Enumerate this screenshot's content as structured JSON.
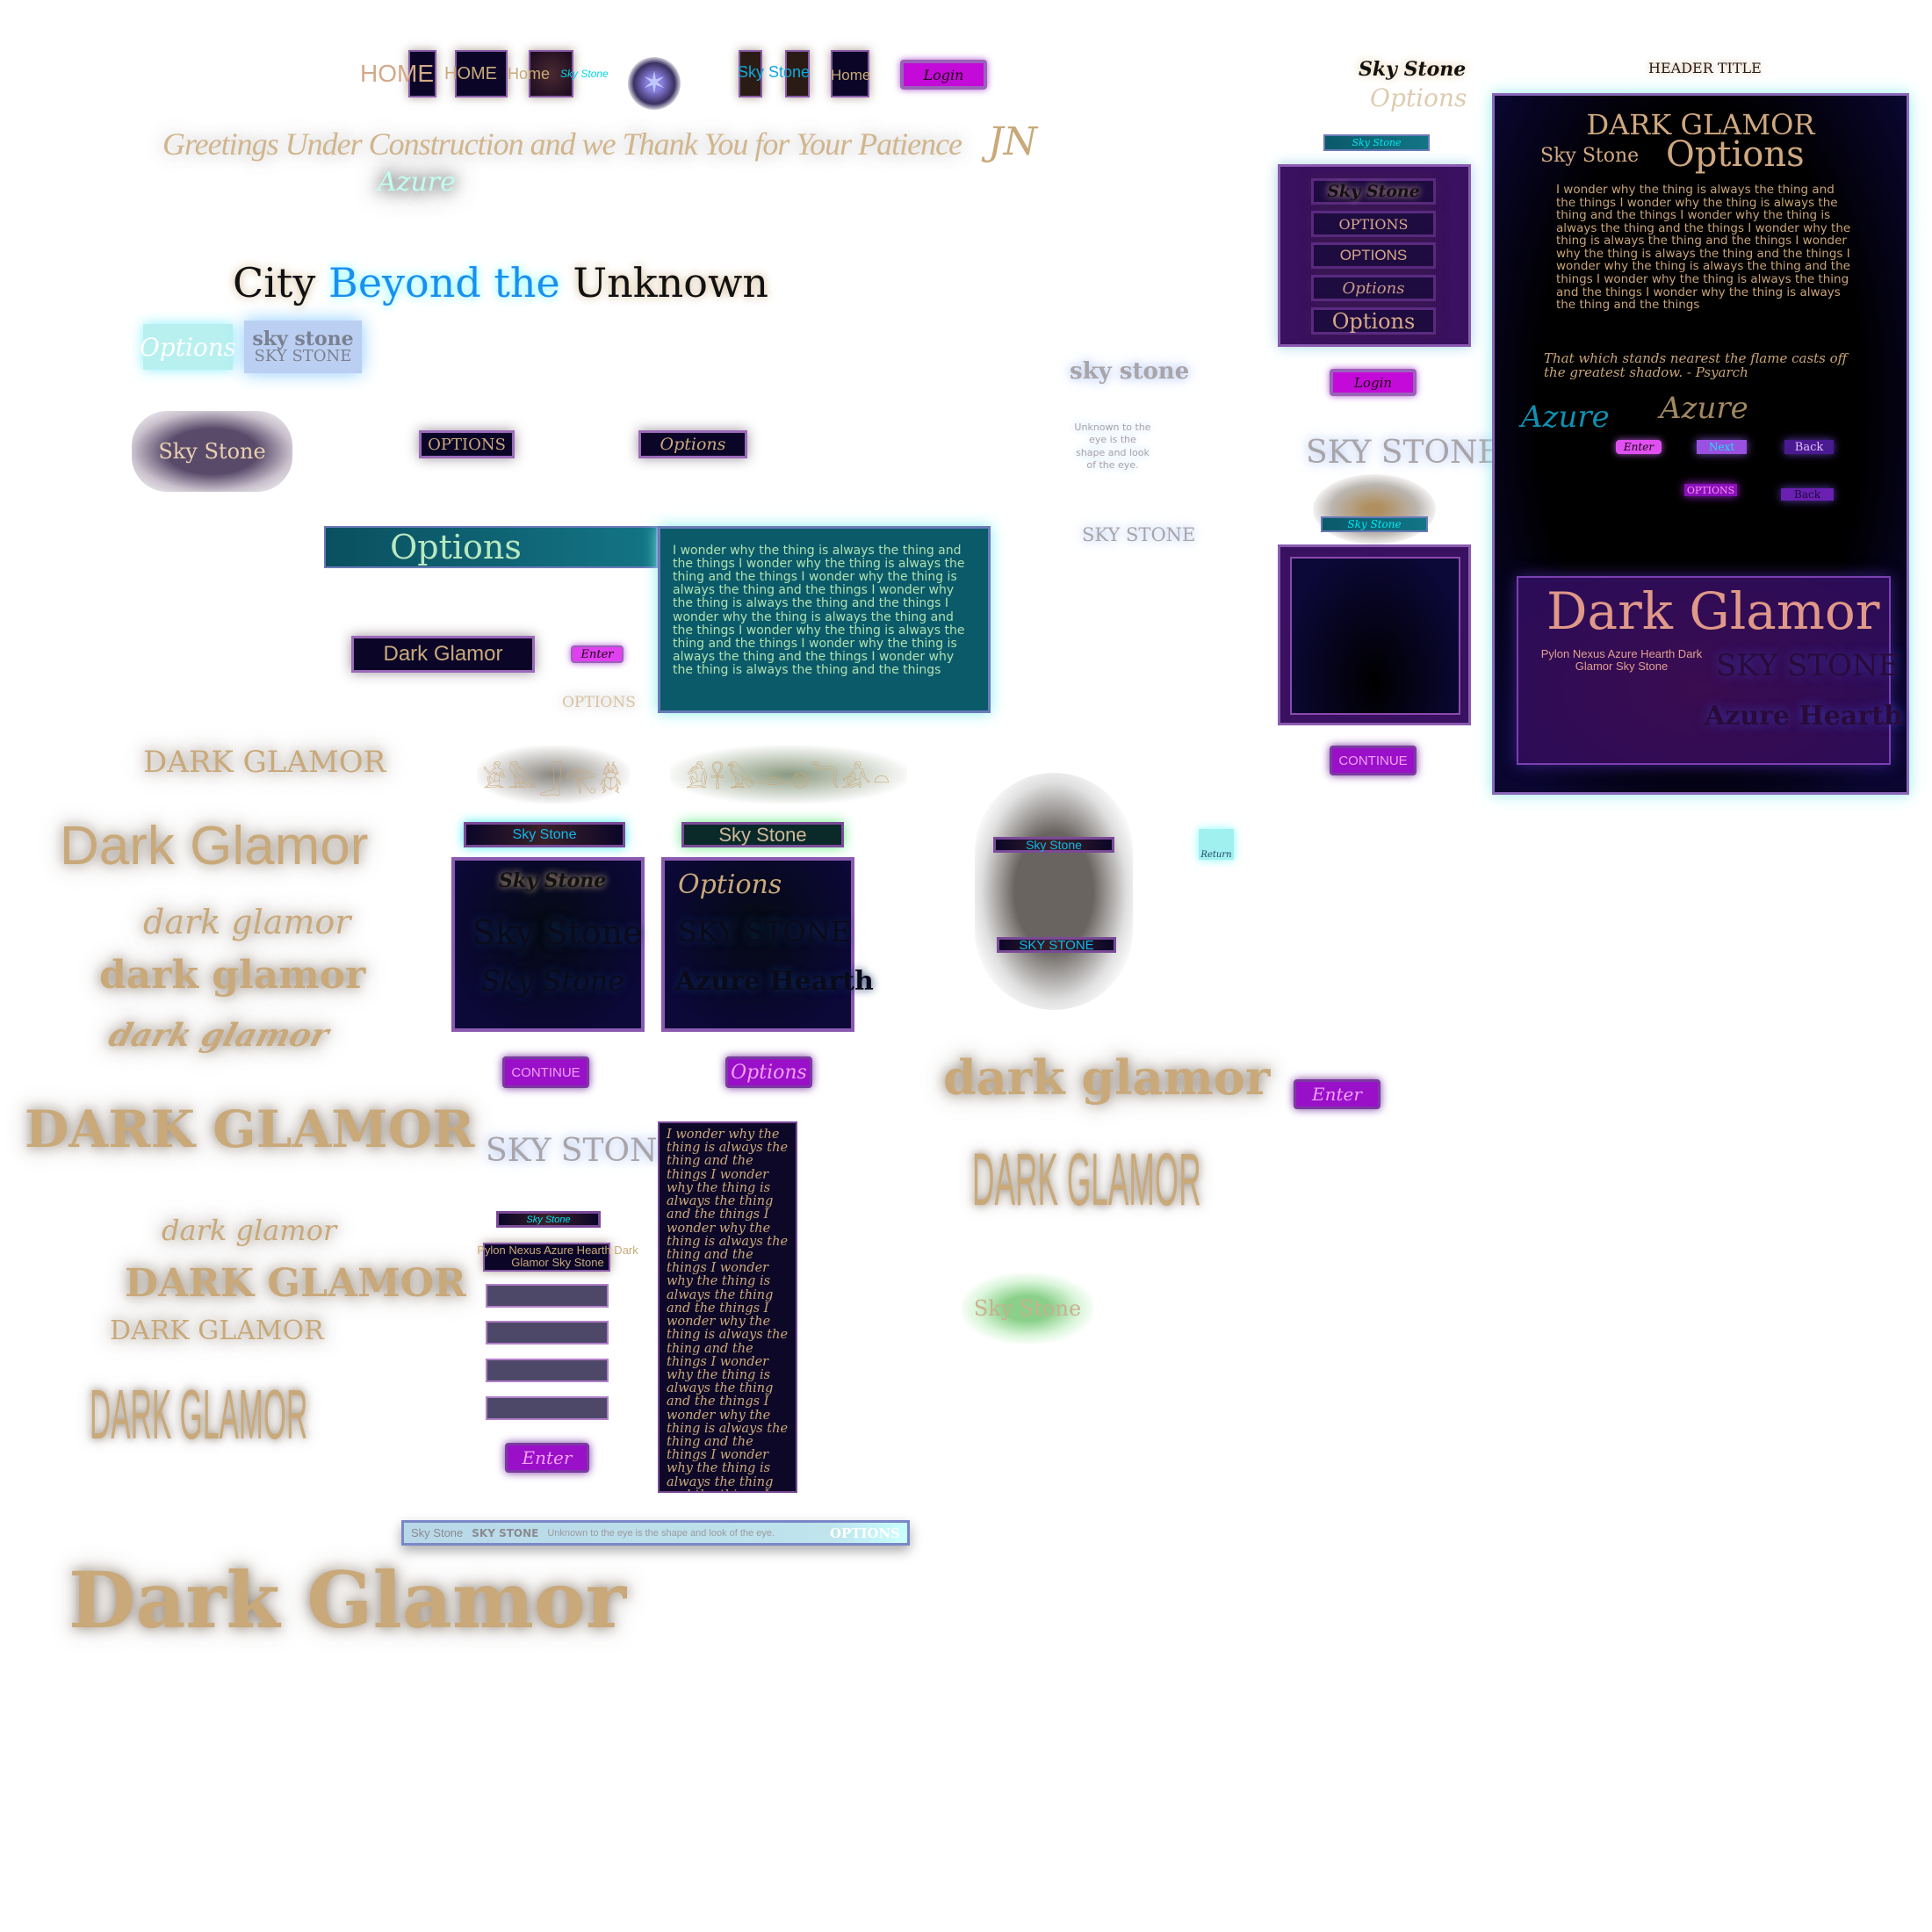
{
  "nav": {
    "items": [
      "HOME",
      "HOME",
      "Home",
      "Sky Stone",
      "Sky Stone",
      "Home"
    ],
    "login": "Login"
  },
  "greeting": "Greetings Under Construction and we Thank You for Your Patience",
  "greeting_sig": "JN",
  "azure": "Azure",
  "title": {
    "part1": "City ",
    "part2": "Beyond the ",
    "part3": "Unknown"
  },
  "small": {
    "options": "Options",
    "sky_stone_lower": "sky stone",
    "sky_stone_caps": "SKY STONE",
    "sky_stone": "Sky Stone",
    "options_caps": "OPTIONS",
    "unknown_eye": "Unknown to the eye is the shape and look of the eye.",
    "dark_glamor": "Dark Glamor",
    "enter": "Enter",
    "next": "Next",
    "back": "Back",
    "continue": "CONTINUE",
    "return": "Return",
    "header_title": "HEADER TITLE",
    "azure_hearth": "Azure Hearth",
    "pylon": "Pylon Nexus Azure Hearth Dark Glamor Sky Stone"
  },
  "typography": {
    "dg_caps": "DARK GLAMOR",
    "dg_title": "Dark Glamor",
    "dg_lower": "dark glamor"
  },
  "lorem": "I wonder why the thing is always the thing and the things I wonder why the thing is always the thing and the things I wonder why the thing is always the thing and the things I wonder why the thing is always the thing and the things I wonder why the thing is always the thing and the things I wonder why the thing is always the thing and the things I wonder why the thing is always the thing and the things I wonder why the thing is always the thing and the things",
  "lorem_column": "I wonder why the thing is always the thing and the things I wonder why the thing is always the thing and the things I wonder why the thing is always the thing and the things I wonder why the thing is always the thing and the things I wonder why the thing is always the thing and the things I wonder why the thing is always the thing and the things I wonder why the thing is always the thing and the things I wonder why the thing is always the thing and the things I wonder why the thing is always the thing and the things",
  "quote": "That which stands nearest the flame casts off the greatest shadow. - Psyarch",
  "menu": [
    "Sky Stone",
    "OPTIONS",
    "OPTIONS",
    "Options",
    "Options"
  ],
  "colors": {
    "tan": "#c9a97a",
    "magenta": "#c40ad8",
    "navy": "#0b0628",
    "teal": "#0a5a6a",
    "cyan": "#00e8f0"
  }
}
